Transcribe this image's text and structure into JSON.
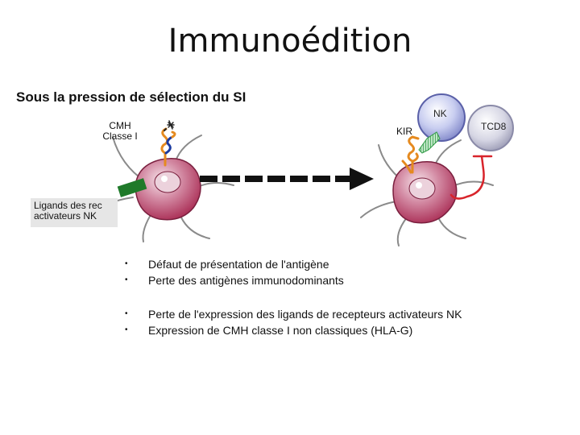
{
  "title": "Immunoédition",
  "subtitle": "Sous la pression de sélection du SI",
  "labels": {
    "cmh": "CMH Classe I",
    "kir": "KIR",
    "nk": "NK",
    "tcd8": "TCD8",
    "ligands": "Ligands des rec activateurs NK"
  },
  "bullet_groups": [
    [
      "Défaut de présentation de l'antigène",
      "Perte des antigènes immunodominants"
    ],
    [
      "Perte de l'expression des ligands de recepteurs activateurs NK",
      "Expression de CMH classe I non classiques (HLA-G)"
    ]
  ],
  "colors": {
    "cell_fill": "#b9375e",
    "nk_fill": "#9aa0d6",
    "tcd8_fill": "#b2b2c8",
    "arrow": "#111111",
    "mhc_orange": "#e58a1f",
    "mhc_blue": "#1a3aa0",
    "ligand_green": "#1f7a2a",
    "tcd8_receptor": "#d8242b",
    "kir_green": "#2f9a45"
  }
}
